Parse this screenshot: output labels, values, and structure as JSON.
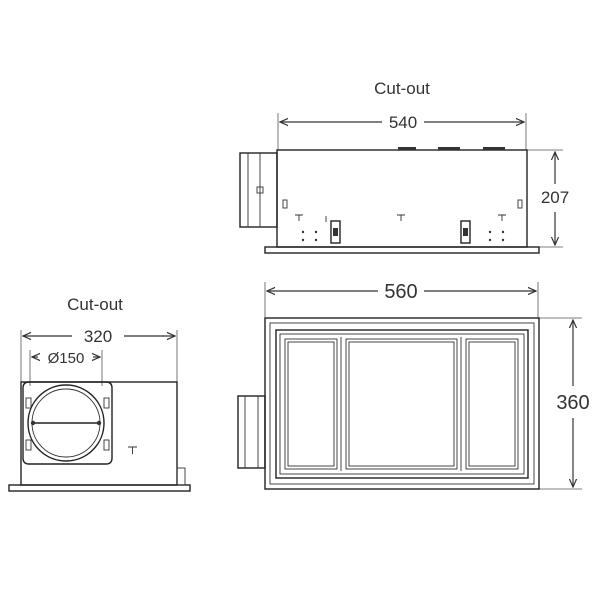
{
  "side_view": {
    "cutout_label": "Cut-out",
    "width": "540",
    "height": "207"
  },
  "top_view": {
    "width": "560",
    "depth": "360"
  },
  "end_view": {
    "cutout_label": "Cut-out",
    "width": "320",
    "duct_diameter": "Ø150"
  },
  "colors": {
    "line": "#222222",
    "text": "#333333",
    "background": "#ffffff"
  }
}
